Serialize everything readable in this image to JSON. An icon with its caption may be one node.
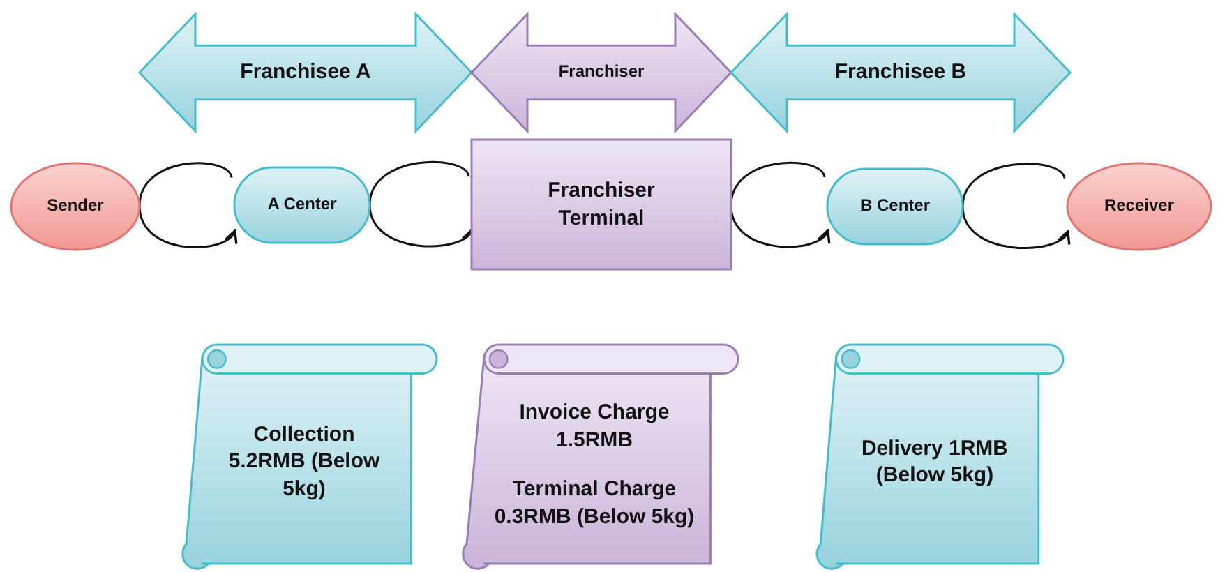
{
  "diagram": {
    "nodes": [
      {
        "text": [
          "Franchisee A"
        ]
      },
      {
        "text": [
          "Franchiser"
        ]
      },
      {
        "text": [
          "Franchisee B"
        ]
      },
      {
        "text": [
          "Sender"
        ]
      },
      {
        "text": [
          "A Center"
        ]
      },
      {
        "text": [
          "Franchiser Terminal"
        ]
      },
      {
        "text": [
          "B Center"
        ]
      },
      {
        "text": [
          "Receiver"
        ]
      },
      {
        "text": [
          "Collection 5.2RMB (Below 5kg)"
        ]
      },
      {
        "text": [
          "Invoice Charge 1.5RMB",
          "Terminal Charge 0.3RMB (Below 5kg)"
        ]
      },
      {
        "text": [
          "Delivery 1RMB (Below 5kg)"
        ]
      }
    ],
    "edges": [
      {
        "from": 3,
        "to": 4,
        "arrow": "to"
      },
      {
        "from": 4,
        "to": 5,
        "arrow": "to"
      },
      {
        "from": 5,
        "to": 6,
        "arrow": "to"
      },
      {
        "from": 6,
        "to": 7,
        "arrow": "to"
      }
    ]
  }
}
